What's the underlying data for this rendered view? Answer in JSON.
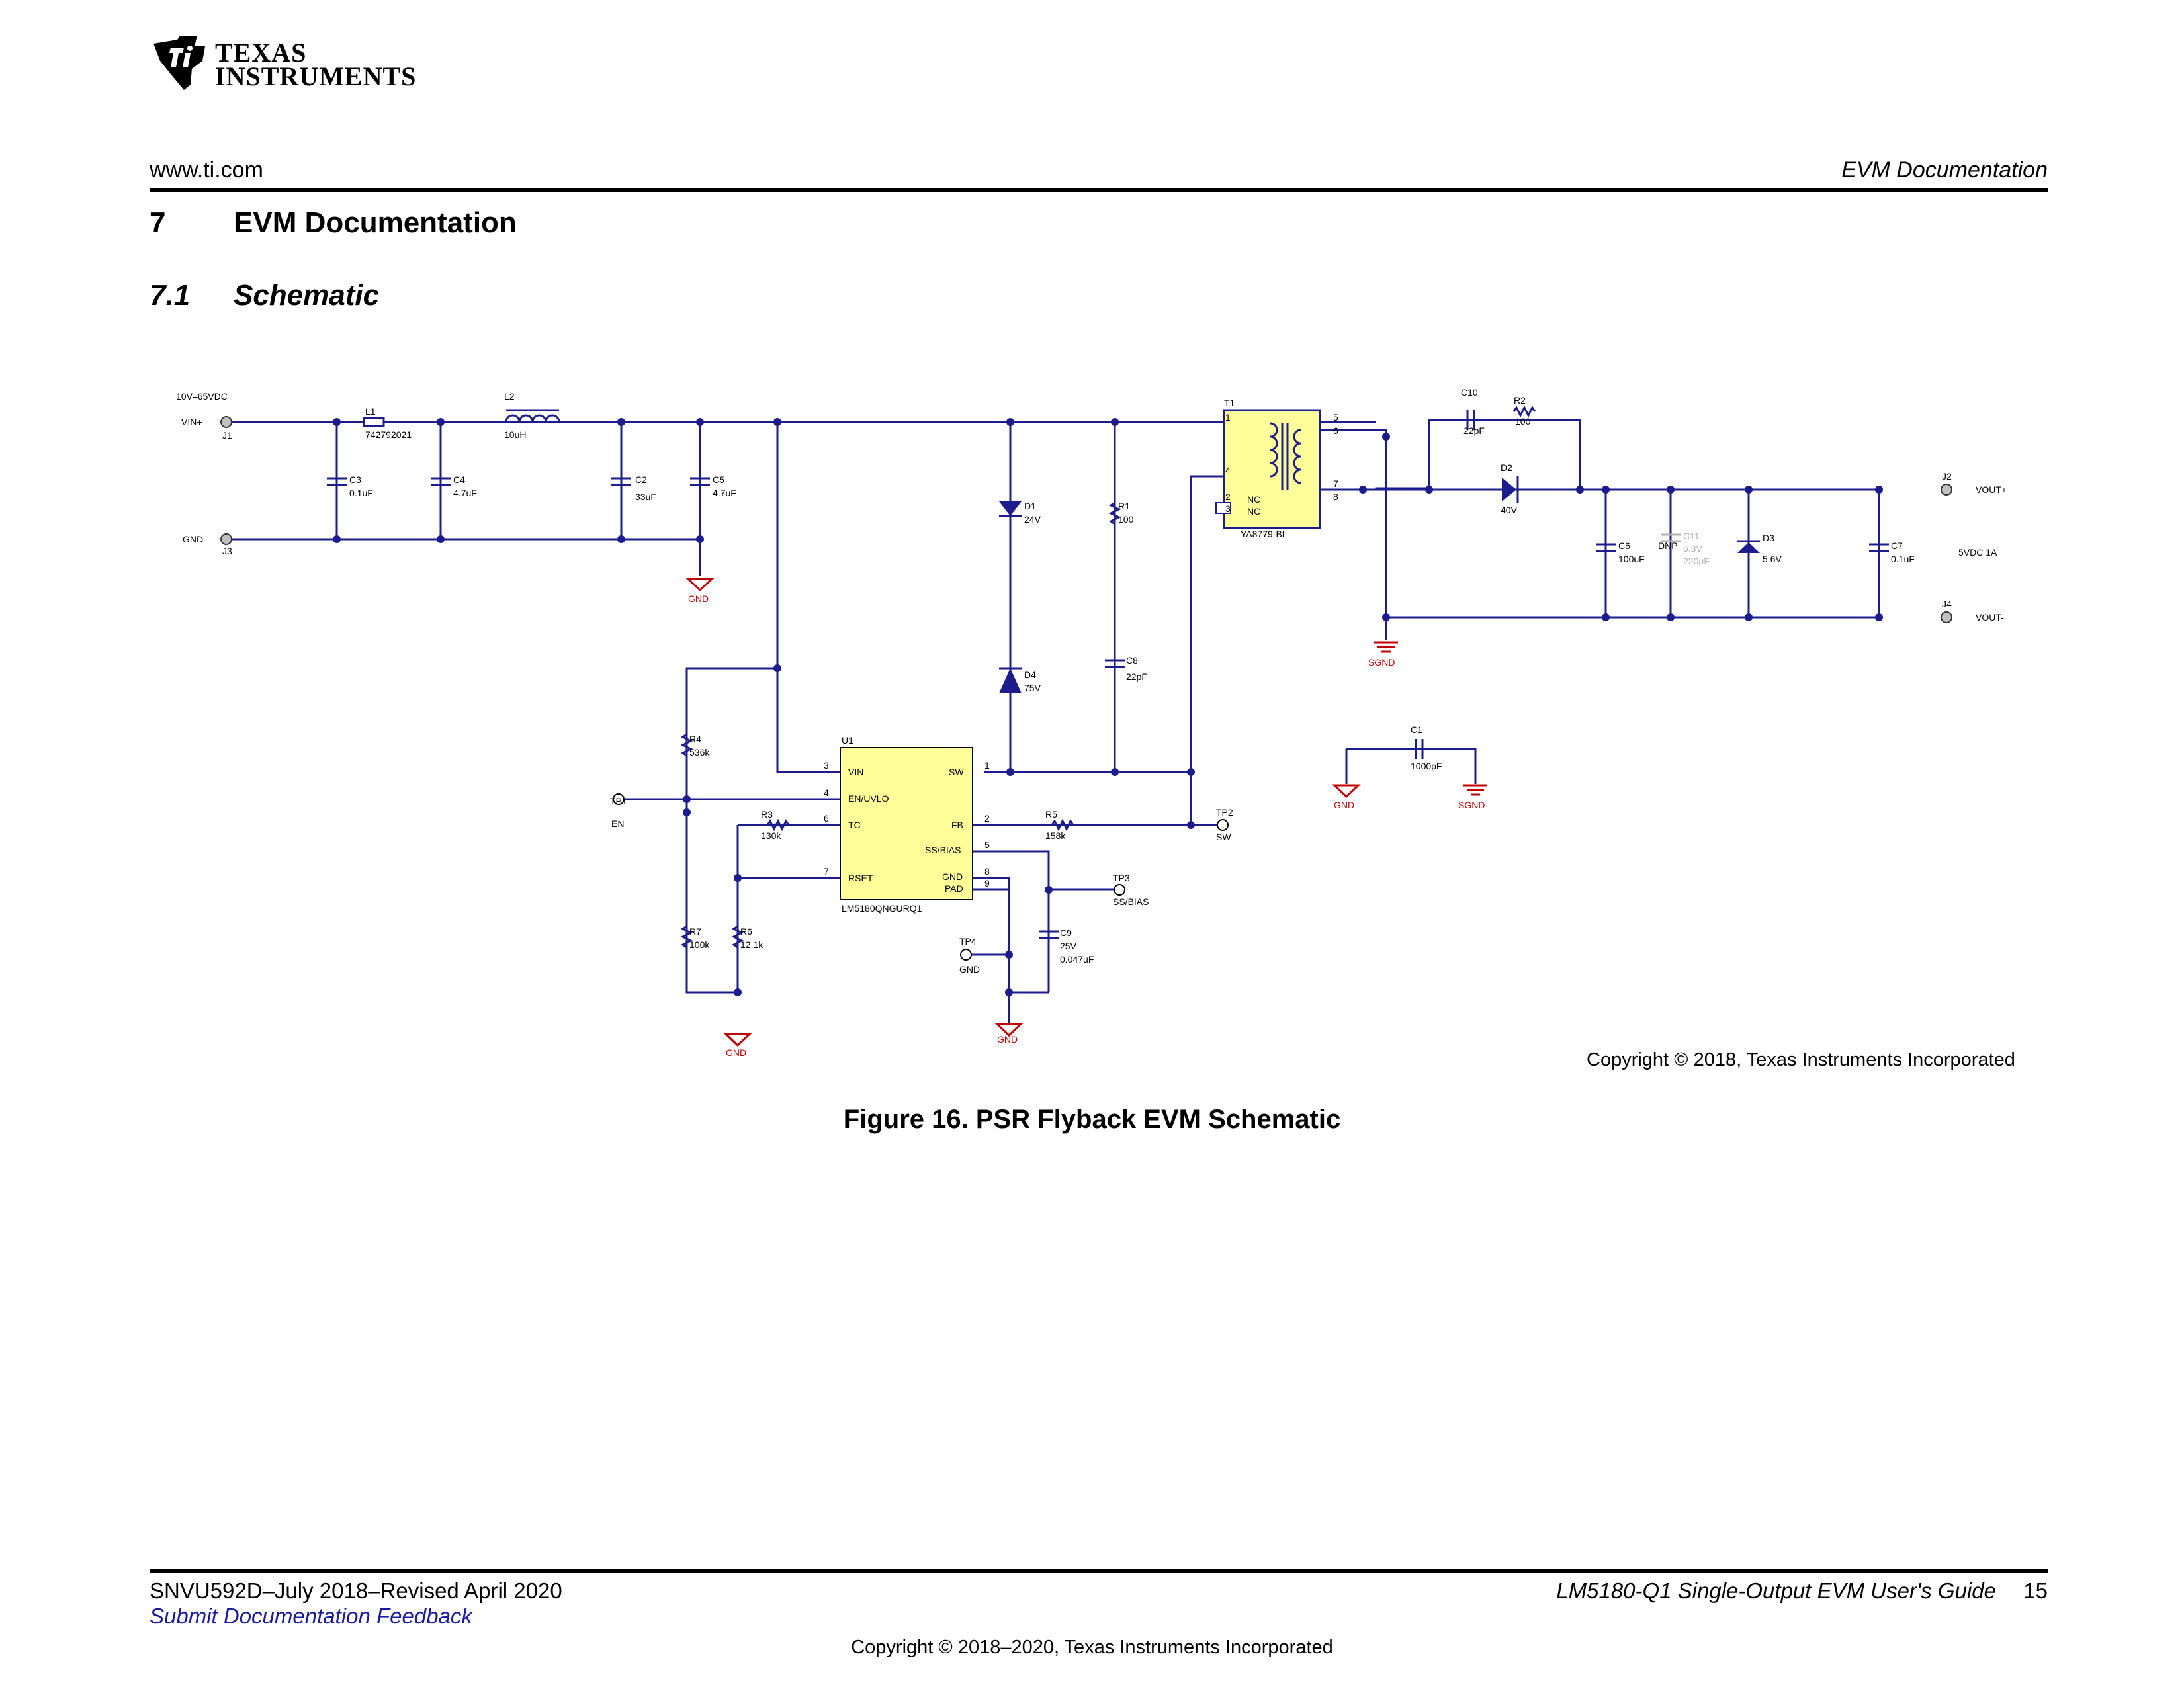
{
  "logo": {
    "line1": "TEXAS",
    "line2": "INSTRUMENTS",
    "icon": "ti-logo-icon"
  },
  "header": {
    "url": "www.ti.com",
    "section_name": "EVM Documentation"
  },
  "section": {
    "number": "7",
    "title": "EVM Documentation"
  },
  "subsection": {
    "number": "7.1",
    "title": "Schematic"
  },
  "schematic": {
    "colors": {
      "wire": "#1c1c8c",
      "ic_fill": "#ffff99",
      "gnd": "#c00000",
      "dnp": "#b0b0b0"
    },
    "labels": {
      "vin_range": "10V–65VDC",
      "vin_plus": "VIN+",
      "j1": "J1",
      "gnd_in": "GND",
      "j3": "J3",
      "l1": "L1",
      "l1_val": "742792021",
      "l2": "L2",
      "l2_val": "10uH",
      "c3": "C3",
      "c3_val": "0.1uF",
      "c4": "C4",
      "c4_val": "4.7uF",
      "c2": "C2",
      "c2_val": "33uF",
      "c5": "C5",
      "c5_val": "4.7uF",
      "gnd1": "GND",
      "d1": "D1",
      "d1_val": "24V",
      "d4": "D4",
      "d4_val": "75V",
      "r1": "R1",
      "r1_val": "100",
      "c8": "C8",
      "c8_val": "22pF",
      "t1": "T1",
      "t1_part": "YA8779-BL",
      "nc1": "NC",
      "nc2": "NC",
      "t1_p1": "1",
      "t1_p2": "2",
      "t1_p3": "3",
      "t1_p4": "4",
      "t1_p5": "5",
      "t1_p6": "6",
      "t1_p7": "7",
      "t1_p8": "8",
      "c10": "C10",
      "c10_val": "22pF",
      "r2": "R2",
      "r2_val": "100",
      "d2": "D2",
      "d2_val": "40V",
      "c6": "C6",
      "c6_val": "100uF",
      "dnp": "DNP",
      "c11": "C11",
      "c11_v": "6.3V",
      "c11_val": "220µF",
      "d3": "D3",
      "d3_val": "5.6V",
      "c7": "C7",
      "c7_val": "0.1uF",
      "j2": "J2",
      "vout_plus": "VOUT+",
      "vout_spec": "5VDC 1A",
      "j4": "J4",
      "vout_minus": "VOUT-",
      "sgnd1": "SGND",
      "c1": "C1",
      "c1_val": "1000pF",
      "gnd2": "GND",
      "sgnd2": "SGND",
      "u1": "U1",
      "u1_part": "LM5180QNGURQ1",
      "pin_vin": "VIN",
      "pin_en": "EN/UVLO",
      "pin_tc": "TC",
      "pin_rset": "RSET",
      "pin_sw": "SW",
      "pin_fb": "FB",
      "pin_ss": "SS/BIAS",
      "pin_gnd": "GND",
      "pin_pad": "PAD",
      "u_p1": "1",
      "u_p2": "2",
      "u_p3": "3",
      "u_p4": "4",
      "u_p5": "5",
      "u_p6": "6",
      "u_p7": "7",
      "u_p8": "8",
      "u_p9": "9",
      "r4": "R4",
      "r4_val": "536k",
      "tp1": "TP1",
      "tp1_lbl": "EN",
      "r3": "R3",
      "r3_val": "130k",
      "r5": "R5",
      "r5_val": "158k",
      "tp2": "TP2",
      "tp2_lbl": "SW",
      "tp3": "TP3",
      "tp3_lbl": "SS/BIAS",
      "r7": "R7",
      "r7_val": "100k",
      "r6": "R6",
      "r6_val": "12.1k",
      "c9": "C9",
      "c9_v": "25V",
      "c9_val": "0.047uF",
      "tp4": "TP4",
      "tp4_lbl": "GND",
      "gnd3": "GND",
      "gnd4": "GND"
    }
  },
  "figure": {
    "copyright": "Copyright © 2018, Texas Instruments Incorporated",
    "caption": "Figure 16. PSR Flyback EVM Schematic"
  },
  "footer": {
    "doc_id": "SNVU592D–July 2018–Revised April 2020",
    "feedback": "Submit Documentation Feedback",
    "guide_title": "LM5180-Q1 Single-Output EVM User's Guide",
    "page": "15",
    "copyright": "Copyright © 2018–2020, Texas Instruments Incorporated"
  }
}
